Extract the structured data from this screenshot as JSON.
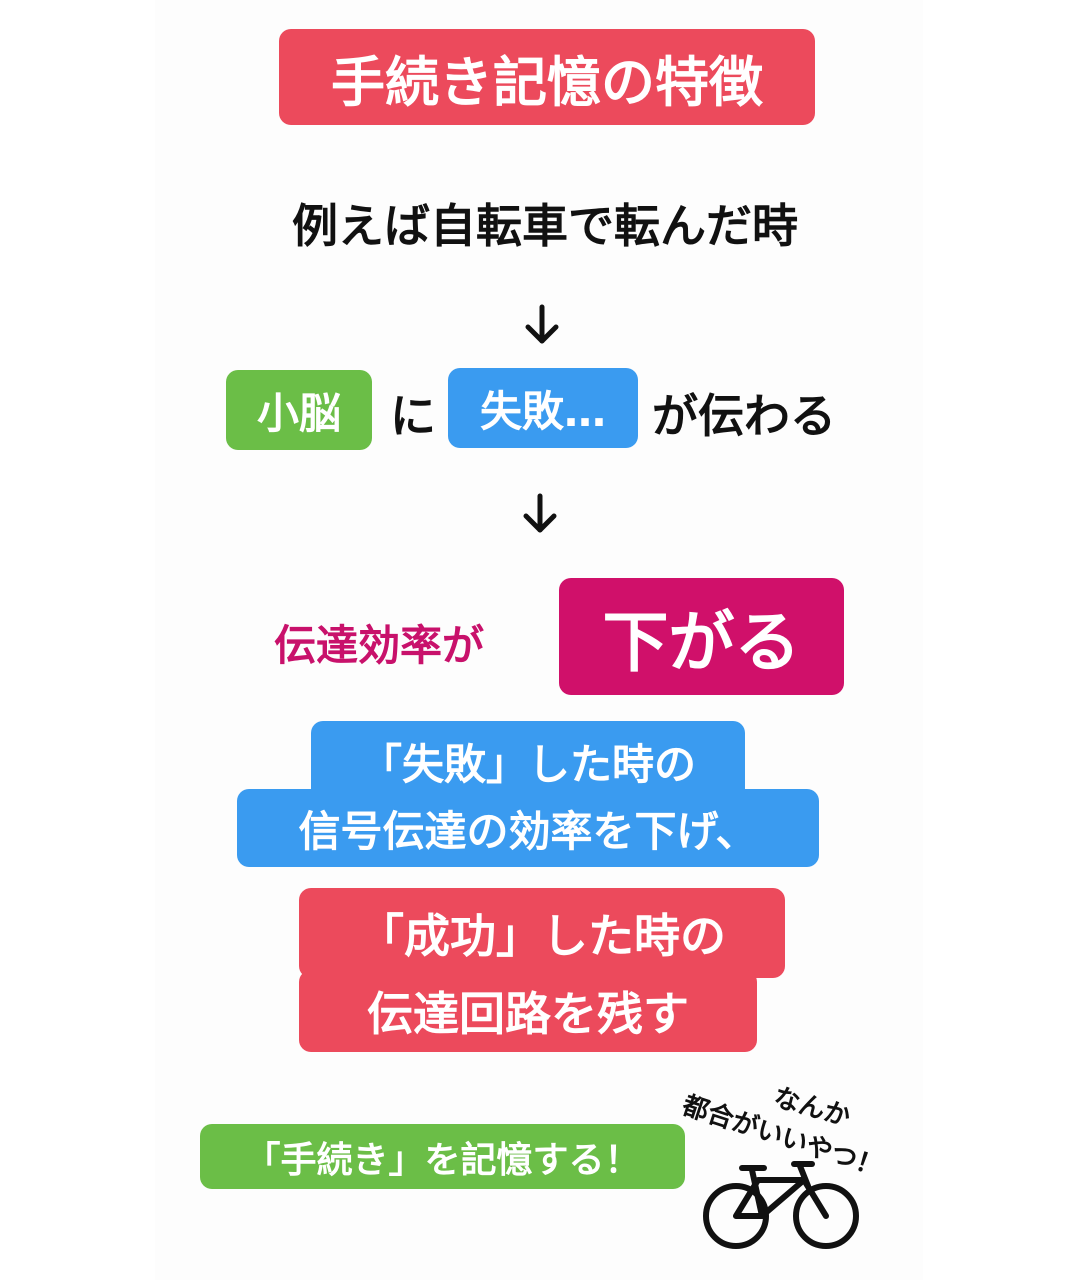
{
  "title": "手続き記憶の特徴",
  "intro": "例えば自転車で転んだ時",
  "step1": {
    "cerebellum": "小脳",
    "particle_ni": "に",
    "failure": "失敗…",
    "transmits": "が伝わる"
  },
  "step2": {
    "efficiency": "伝達効率が",
    "decrease": "下がる"
  },
  "failure_note": {
    "line1": "「失敗」した時の",
    "line2": "信号伝達の効率を下げ、"
  },
  "success_note": {
    "line1": "「成功」した時の",
    "line2": "伝達回路を残す"
  },
  "conclusion": "「手続き」を記憶する！",
  "aside": {
    "line1": "なんか",
    "line2": "都合がいいやつ！"
  },
  "colors": {
    "red": "#EC4A5C",
    "blue": "#3A9BF0",
    "green": "#6BBE47",
    "magenta": "#D0106A",
    "magenta_text": "#C8116B"
  },
  "icons": [
    "down-arrow-icon",
    "bicycle-icon"
  ]
}
